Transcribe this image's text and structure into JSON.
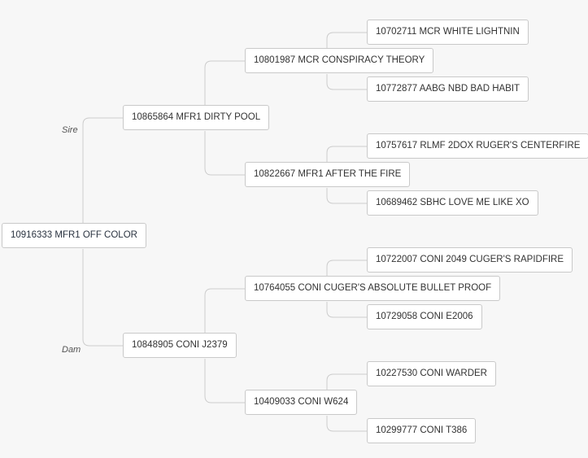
{
  "pedigree": {
    "subject": "10916333 MFR1 OFF COLOR",
    "sire_label": "Sire",
    "dam_label": "Dam",
    "sire": {
      "name": "10865864 MFR1 DIRTY POOL",
      "sire": {
        "name": "10801987 MCR CONSPIRACY THEORY",
        "sire": "10702711 MCR WHITE LIGHTNIN",
        "dam": "10772877 AABG NBD BAD HABIT"
      },
      "dam": {
        "name": "10822667 MFR1 AFTER THE FIRE",
        "sire": "10757617 RLMF 2DOX RUGER'S CENTERFIRE",
        "dam": "10689462 SBHC LOVE ME LIKE XO"
      }
    },
    "dam": {
      "name": "10848905 CONI J2379",
      "sire": {
        "name": "10764055 CONI CUGER'S ABSOLUTE BULLET PROOF",
        "sire": "10722007 CONI 2049 CUGER'S RAPIDFIRE",
        "dam": "10729058 CONI E2006"
      },
      "dam": {
        "name": "10409033 CONI W624",
        "sire": "10227530 CONI WARDER",
        "dam": "10299777 CONI T386"
      }
    }
  },
  "colors": {
    "background": "#f7f7f7",
    "node_border": "#c9c9c9",
    "connector": "#cccccc",
    "text": "#333333"
  }
}
